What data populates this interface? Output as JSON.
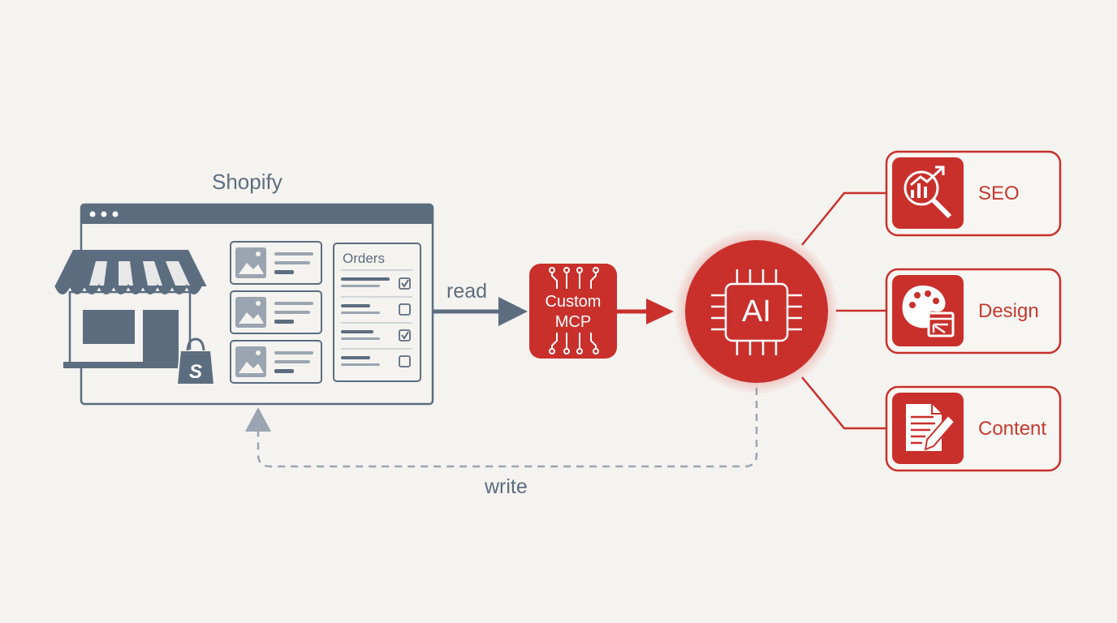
{
  "colors": {
    "background": "#f5f3ef",
    "slate": "#5c6d80",
    "slate_light": "#9aa5b1",
    "accent_red": "#c9302c",
    "accent_red_text": "#c43a30"
  },
  "shopify": {
    "title": "Shopify",
    "orders_title": "Orders",
    "icon": "storefront-icon",
    "bag_icon": "shopify-bag-icon",
    "bag_letter": "S"
  },
  "edges": {
    "read": "read",
    "write": "write"
  },
  "mcp": {
    "line1": "Custom",
    "line2": "MCP",
    "icon": "circuit-icon"
  },
  "ai": {
    "label": "AI",
    "icon": "chip-icon"
  },
  "outputs": [
    {
      "label": "SEO",
      "icon": "seo-analytics-icon"
    },
    {
      "label": "Design",
      "icon": "palette-icon"
    },
    {
      "label": "Content",
      "icon": "document-edit-icon"
    }
  ]
}
